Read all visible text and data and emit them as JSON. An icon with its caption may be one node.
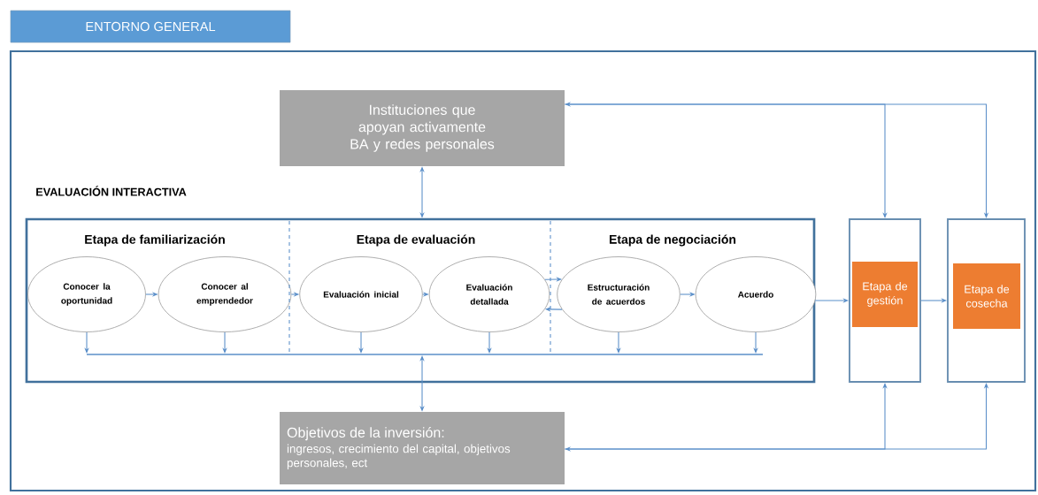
{
  "diagram": {
    "nodes": [
      {
        "text": [
          "ENTORNO GENERAL"
        ]
      },
      {
        "text": [
          "Instituciones que apoyan activamente BA y redes personales"
        ],
        "in": 0
      },
      {
        "text": [
          "EVALUACIÓN INTERACTIVA"
        ],
        "in": 0
      },
      {
        "text": [
          "Conocer la oportunidad"
        ],
        "in": 2
      },
      {
        "text": [
          "Conocer al emprendedor"
        ],
        "in": 2
      },
      {
        "text": [
          "Evaluación inicial"
        ],
        "in": 2
      },
      {
        "text": [
          "Evaluación detallada"
        ],
        "in": 2
      },
      {
        "text": [
          "Estructuración de acuerdos"
        ],
        "in": 2
      },
      {
        "text": [
          "Acuerdo"
        ],
        "in": 2
      },
      {
        "text": [],
        "shape": "bar",
        "in": 2
      },
      {
        "text": [],
        "shape": "box",
        "in": 0
      },
      {
        "text": [
          "Etapa de gestión"
        ],
        "in": 10
      },
      {
        "text": [],
        "shape": "box",
        "in": 0
      },
      {
        "text": [
          "Etapa de cosecha"
        ],
        "in": 12
      },
      {
        "text": [
          "Objetivos de la inversión:",
          "ingresos, crecimiento del capital, objetivos personales, ect"
        ],
        "in": 0
      }
    ],
    "edges": [
      {
        "from": 3,
        "to": 4,
        "arrow": "to"
      },
      {
        "from": 4,
        "to": 5,
        "arrow": "to"
      },
      {
        "from": 5,
        "to": 6,
        "arrow": "to"
      },
      {
        "from": 6,
        "to": 7,
        "arrow": "to"
      },
      {
        "from": 7,
        "to": 6,
        "arrow": "to"
      },
      {
        "from": 7,
        "to": 8,
        "arrow": "to"
      },
      {
        "from": 3,
        "to": 9,
        "arrow": "to"
      },
      {
        "from": 4,
        "to": 9,
        "arrow": "to"
      },
      {
        "from": 5,
        "to": 9,
        "arrow": "to"
      },
      {
        "from": 6,
        "to": 9,
        "arrow": "to"
      },
      {
        "from": 7,
        "to": 9,
        "arrow": "to"
      },
      {
        "from": 8,
        "to": 9,
        "arrow": "to"
      },
      {
        "from": 1,
        "to": 2,
        "arrow": "both"
      },
      {
        "from": 9,
        "to": 14,
        "arrow": "both"
      },
      {
        "from": 2,
        "to": 10,
        "arrow": "to"
      },
      {
        "from": 10,
        "to": 12,
        "arrow": "to"
      },
      {
        "from": 10,
        "to": 1,
        "arrow": "both"
      },
      {
        "from": 1,
        "to": 12,
        "arrow": "to"
      },
      {
        "from": 10,
        "to": 14,
        "arrow": "both"
      },
      {
        "from": 14,
        "to": 12,
        "arrow": "to"
      }
    ],
    "labels": [
      "Etapa de familiarización",
      "Etapa de evaluación",
      "Etapa de negociación"
    ]
  }
}
